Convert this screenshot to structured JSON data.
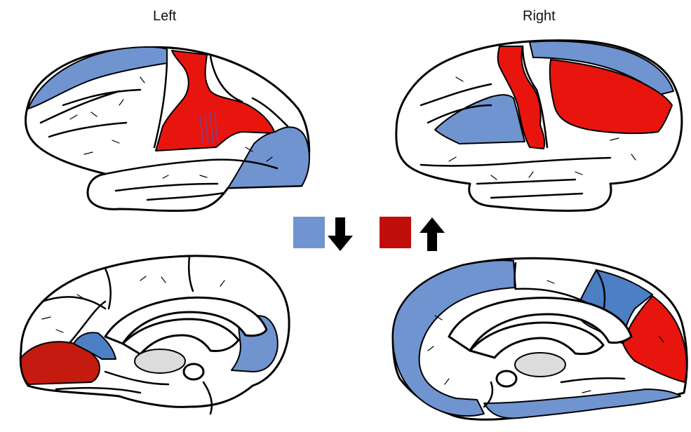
{
  "labels": {
    "left": "Left",
    "right": "Right"
  },
  "colors": {
    "decrease": "#7094d0",
    "decrease_dark": "#4d7fc4",
    "increase": "#e8150f",
    "increase_dark": "#c41a10",
    "legend_decrease": "#7094d0",
    "legend_increase": "#c00e0b",
    "corpus_callosum_fill": "#dcdcdc"
  },
  "legend": {
    "items": [
      {
        "meaning": "decrease",
        "arrow": "down-arrow-icon"
      },
      {
        "meaning": "increase",
        "arrow": "up-arrow-icon"
      }
    ]
  }
}
